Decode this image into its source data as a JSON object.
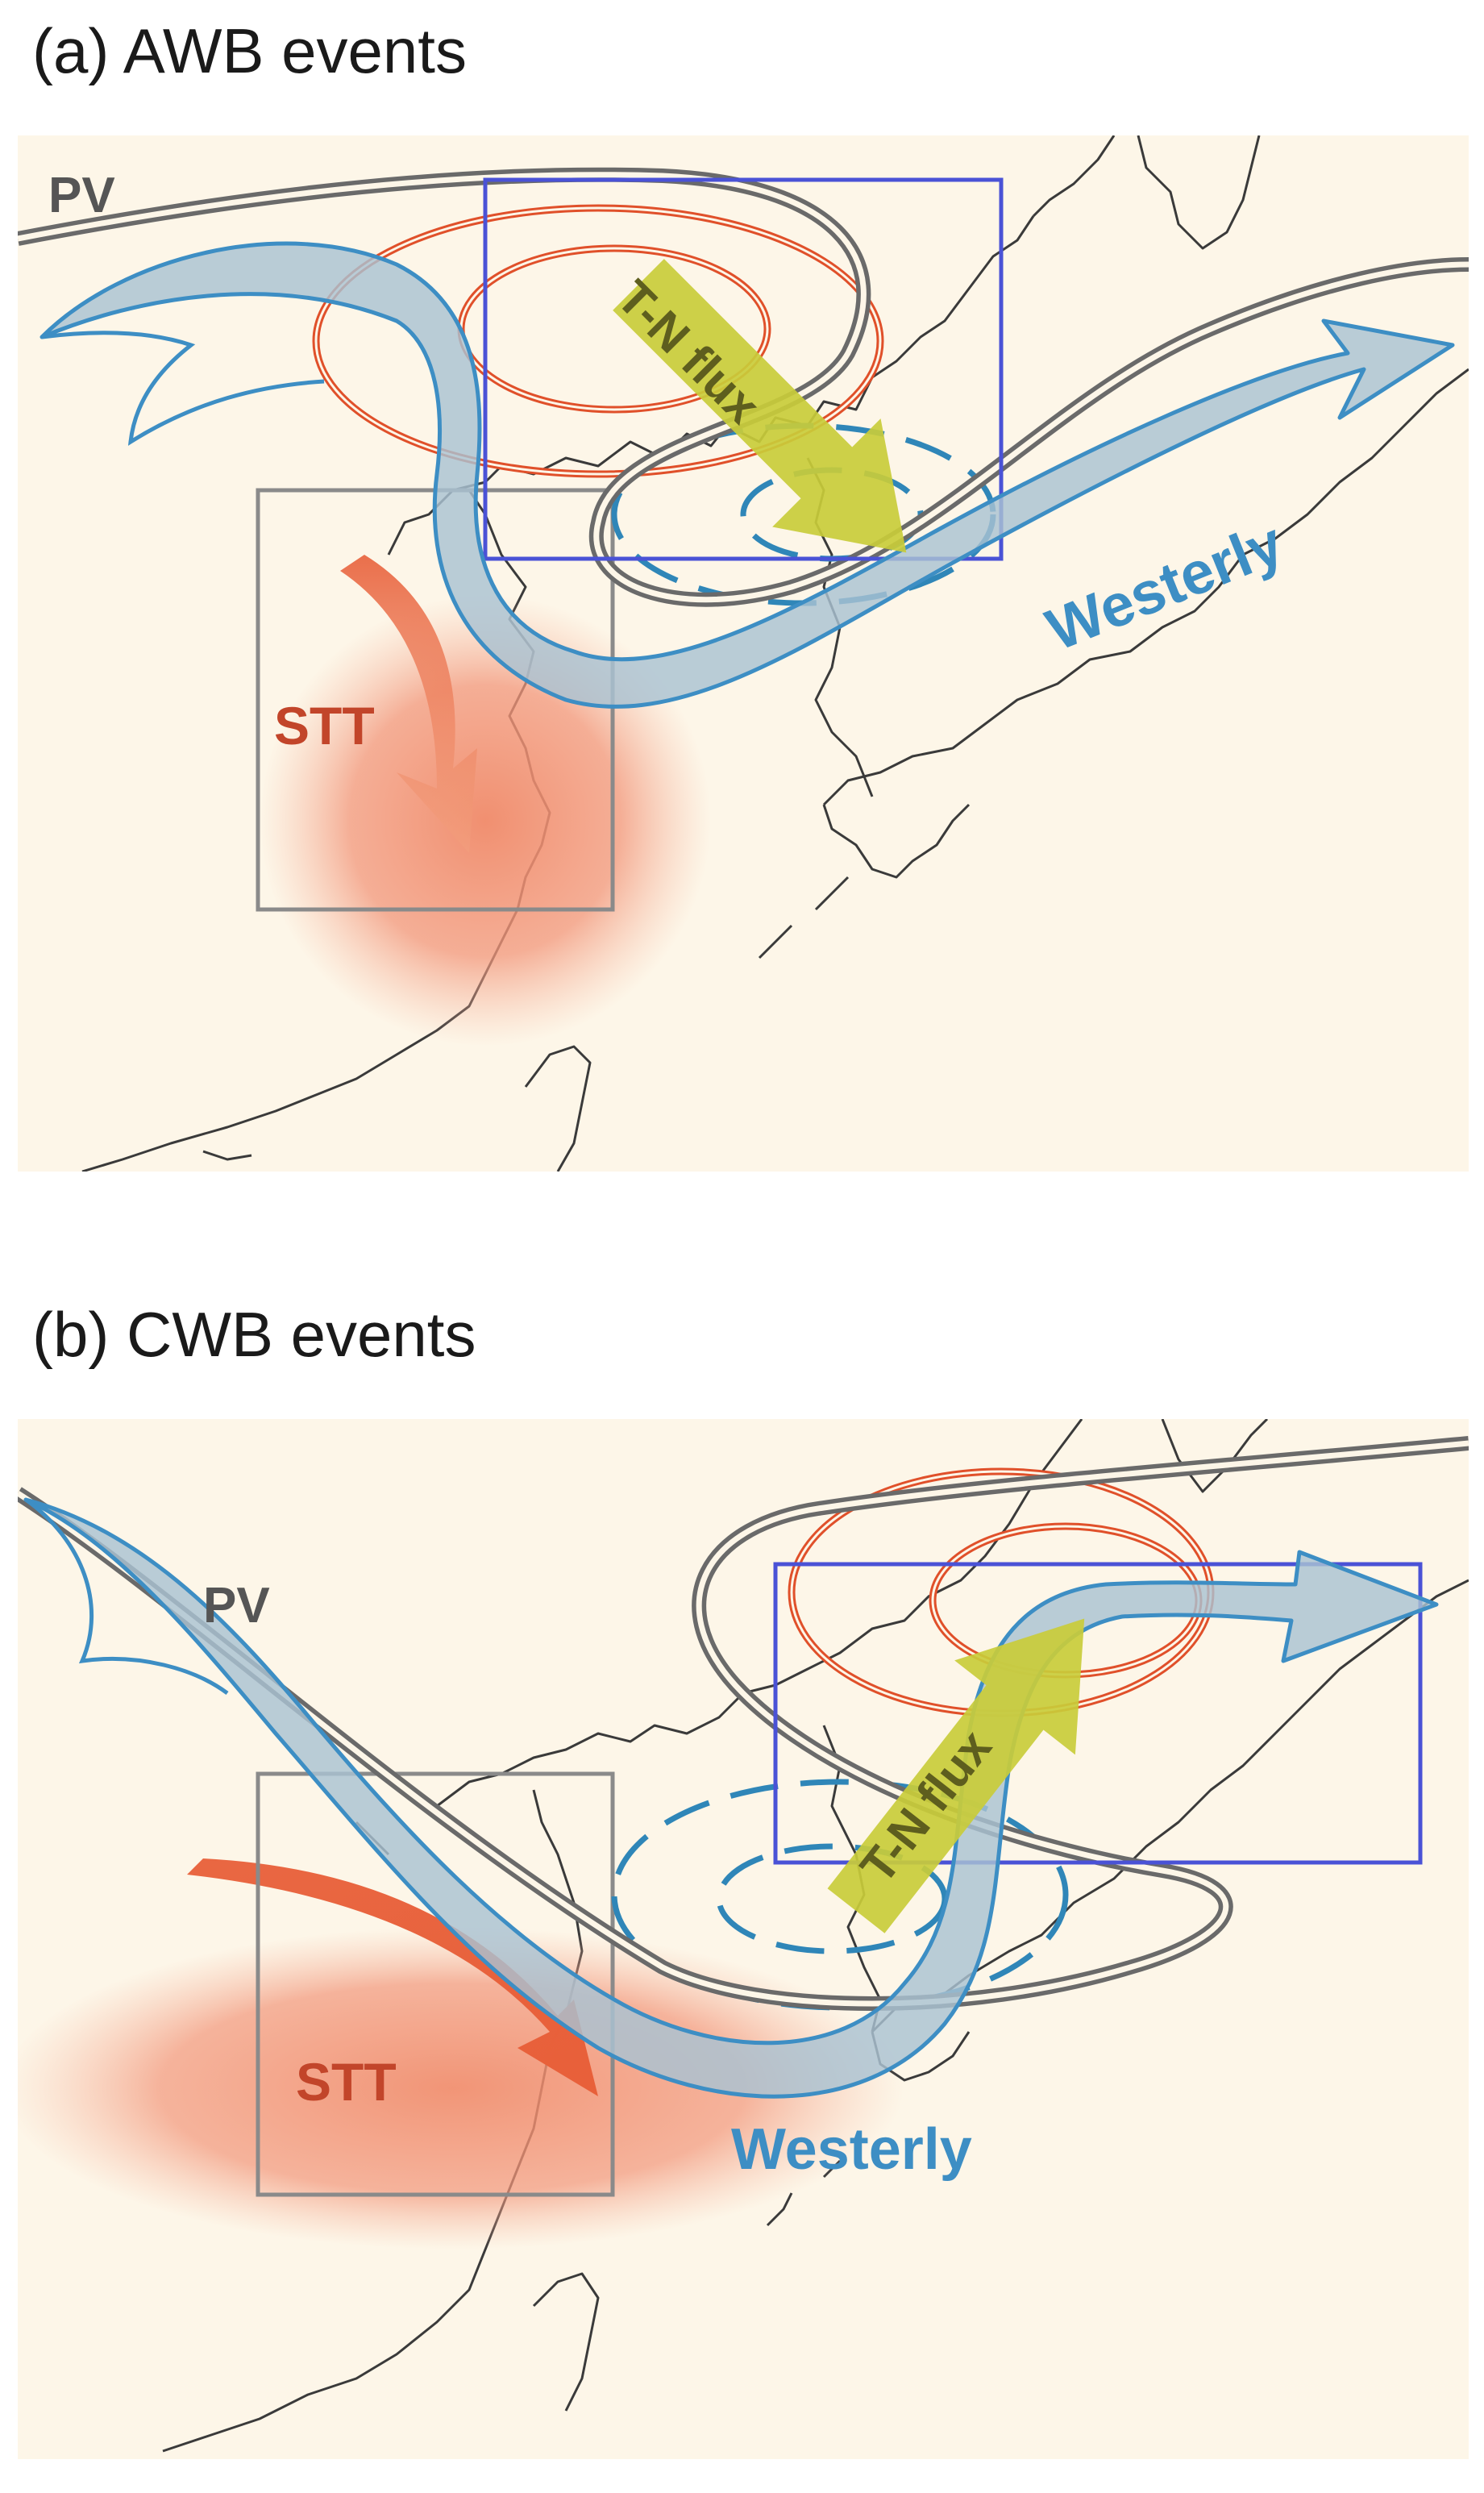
{
  "panels": {
    "a": {
      "title": "(a) AWB events",
      "labels": {
        "pv": "PV",
        "flux": "T-N flux",
        "stt": "STT",
        "westerly": "Westerly"
      }
    },
    "b": {
      "title": "(b) CWB events",
      "labels": {
        "pv": "PV",
        "flux": "T-N flux",
        "stt": "STT",
        "westerly": "Westerly"
      }
    }
  },
  "colors": {
    "background": "#fdf6e8",
    "pv_contour": "#707070",
    "jet_fill": "#a9c2d2",
    "jet_edge": "#3d8ec4",
    "anticyclone": "#e0502a",
    "cyclone": "#2f86b8",
    "flux_arrow": "#c9cc3a",
    "stt": "#e8603a",
    "box_blue": "#4a52d6",
    "box_gray": "#8a8a8a",
    "coastline": "#3a3a3a",
    "label_gray": "#555555",
    "label_blue": "#3d8ec4",
    "label_red": "#c2452a",
    "label_flux": "#5e5e1e"
  }
}
